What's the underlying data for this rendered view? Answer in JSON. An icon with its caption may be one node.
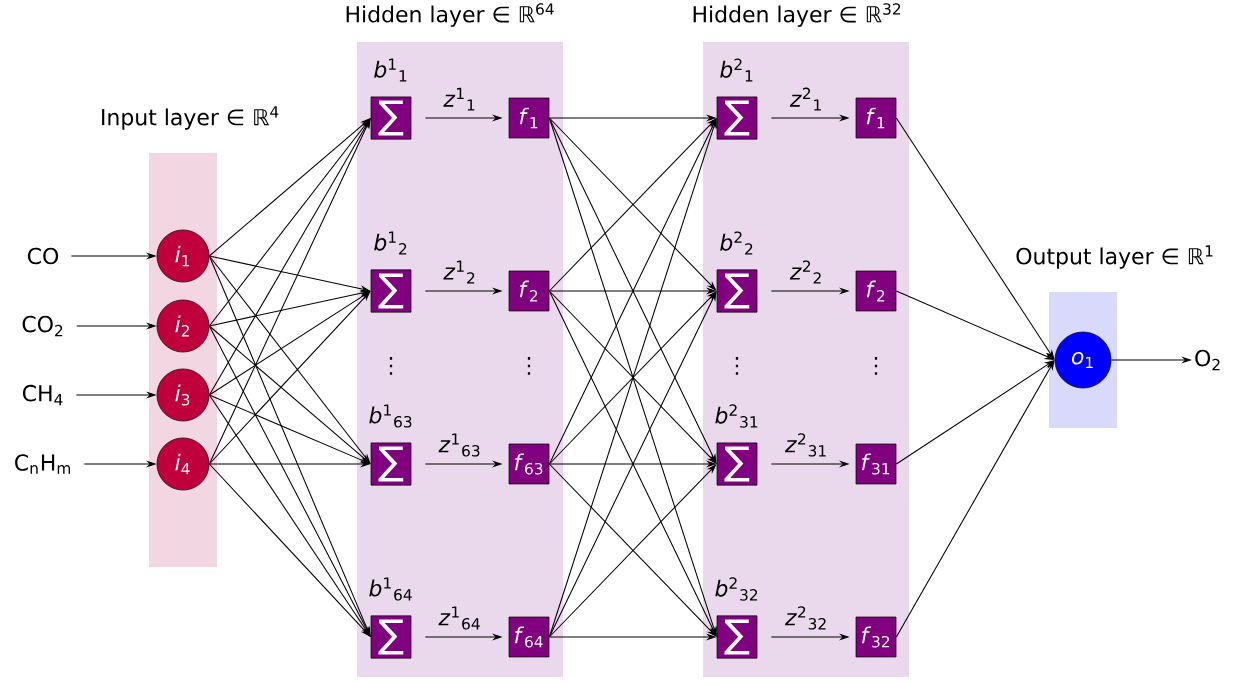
{
  "diagram": {
    "nodes": [
      {
        "text": [
          "Input layer ∈ ℝ$^{4}$"
        ]
      },
      {
        "text": [
          "Hidden layer ∈ ℝ$^{64}$"
        ]
      },
      {
        "text": [
          "Hidden layer ∈ ℝ$^{32}$"
        ]
      },
      {
        "text": [
          "Output layer ∈ ℝ$^{1}$"
        ]
      },
      {
        "text": [
          "CO"
        ]
      },
      {
        "text": [
          "CO$_{2}$"
        ]
      },
      {
        "text": [
          "CH$_{4}$"
        ]
      },
      {
        "text": [
          "C$_{n}$H$_{m}$"
        ]
      },
      {
        "text": [
          "*i*$_{1}$"
        ],
        "in": 0
      },
      {
        "text": [
          "*i*$_{2}$"
        ],
        "in": 0
      },
      {
        "text": [
          "*i*$_{3}$"
        ],
        "in": 0
      },
      {
        "text": [
          "*i*$_{4}$"
        ],
        "in": 0
      },
      {
        "text": [
          "∑"
        ],
        "in": 1,
        "beside": [
          "*b*$^{1}$$_{1}$"
        ]
      },
      {
        "text": [
          "∑"
        ],
        "in": 1,
        "beside": [
          "*b*$^{1}$$_{2}$"
        ]
      },
      {
        "text": [
          "∑"
        ],
        "in": 1,
        "beside": [
          "*b*$^{1}$$_{63}$"
        ]
      },
      {
        "text": [
          "∑"
        ],
        "in": 1,
        "beside": [
          "*b*$^{1}$$_{64}$"
        ]
      },
      {
        "text": [
          "*f*$_{1}$"
        ],
        "in": 1
      },
      {
        "text": [
          "*f*$_{2}$"
        ],
        "in": 1
      },
      {
        "text": [
          "*f*$_{63}$"
        ],
        "in": 1
      },
      {
        "text": [
          "*f*$_{64}$"
        ],
        "in": 1
      },
      {
        "text": [
          "∑"
        ],
        "in": 2,
        "beside": [
          "*b*$^{2}$$_{1}$"
        ]
      },
      {
        "text": [
          "∑"
        ],
        "in": 2,
        "beside": [
          "*b*$^{2}$$_{2}$"
        ]
      },
      {
        "text": [
          "∑"
        ],
        "in": 2,
        "beside": [
          "*b*$^{2}$$_{31}$"
        ]
      },
      {
        "text": [
          "∑"
        ],
        "in": 2,
        "beside": [
          "*b*$^{2}$$_{32}$"
        ]
      },
      {
        "text": [
          "*f*$_{1}$"
        ],
        "in": 2
      },
      {
        "text": [
          "*f*$_{2}$"
        ],
        "in": 2
      },
      {
        "text": [
          "*f*$_{31}$"
        ],
        "in": 2
      },
      {
        "text": [
          "*f*$_{32}$"
        ],
        "in": 2
      },
      {
        "text": [
          "*o*$_{1}$"
        ],
        "in": 3
      },
      {
        "text": [
          "O$_{2}$"
        ]
      }
    ],
    "edges": [
      {
        "from": 4,
        "to": 8,
        "arrow": "to"
      },
      {
        "from": 5,
        "to": 9,
        "arrow": "to"
      },
      {
        "from": 6,
        "to": 10,
        "arrow": "to"
      },
      {
        "from": 7,
        "to": 11,
        "arrow": "to"
      },
      {
        "from": 8,
        "to": 12,
        "arrow": "to"
      },
      {
        "from": 8,
        "to": 13,
        "arrow": "to"
      },
      {
        "from": 8,
        "to": 14,
        "arrow": "to"
      },
      {
        "from": 8,
        "to": 15,
        "arrow": "to"
      },
      {
        "from": 9,
        "to": 12,
        "arrow": "to"
      },
      {
        "from": 9,
        "to": 13,
        "arrow": "to"
      },
      {
        "from": 9,
        "to": 14,
        "arrow": "to"
      },
      {
        "from": 9,
        "to": 15,
        "arrow": "to"
      },
      {
        "from": 10,
        "to": 12,
        "arrow": "to"
      },
      {
        "from": 10,
        "to": 13,
        "arrow": "to"
      },
      {
        "from": 10,
        "to": 14,
        "arrow": "to"
      },
      {
        "from": 10,
        "to": 15,
        "arrow": "to"
      },
      {
        "from": 11,
        "to": 12,
        "arrow": "to"
      },
      {
        "from": 11,
        "to": 13,
        "arrow": "to"
      },
      {
        "from": 11,
        "to": 14,
        "arrow": "to"
      },
      {
        "from": 11,
        "to": 15,
        "arrow": "to"
      },
      {
        "from": 12,
        "to": 16,
        "arrow": "to",
        "label": "*z*$^{1}$$_{1}$"
      },
      {
        "from": 13,
        "to": 17,
        "arrow": "to",
        "label": "*z*$^{1}$$_{2}$"
      },
      {
        "from": 14,
        "to": 18,
        "arrow": "to",
        "label": "*z*$^{1}$$_{63}$"
      },
      {
        "from": 15,
        "to": 19,
        "arrow": "to",
        "label": "*z*$^{1}$$_{64}$"
      },
      {
        "from": 16,
        "to": 20,
        "arrow": "to"
      },
      {
        "from": 16,
        "to": 21,
        "arrow": "to"
      },
      {
        "from": 16,
        "to": 22,
        "arrow": "to"
      },
      {
        "from": 16,
        "to": 23,
        "arrow": "to"
      },
      {
        "from": 17,
        "to": 20,
        "arrow": "to"
      },
      {
        "from": 17,
        "to": 21,
        "arrow": "to"
      },
      {
        "from": 17,
        "to": 22,
        "arrow": "to"
      },
      {
        "from": 17,
        "to": 23,
        "arrow": "to"
      },
      {
        "from": 18,
        "to": 20,
        "arrow": "to"
      },
      {
        "from": 18,
        "to": 21,
        "arrow": "to"
      },
      {
        "from": 18,
        "to": 22,
        "arrow": "to"
      },
      {
        "from": 18,
        "to": 23,
        "arrow": "to"
      },
      {
        "from": 19,
        "to": 20,
        "arrow": "to"
      },
      {
        "from": 19,
        "to": 21,
        "arrow": "to"
      },
      {
        "from": 19,
        "to": 22,
        "arrow": "to"
      },
      {
        "from": 19,
        "to": 23,
        "arrow": "to"
      },
      {
        "from": 20,
        "to": 24,
        "arrow": "to",
        "label": "*z*$^{2}$$_{1}$"
      },
      {
        "from": 21,
        "to": 25,
        "arrow": "to",
        "label": "*z*$^{2}$$_{2}$"
      },
      {
        "from": 22,
        "to": 26,
        "arrow": "to",
        "label": "*z*$^{2}$$_{31}$"
      },
      {
        "from": 23,
        "to": 27,
        "arrow": "to",
        "label": "*z*$^{2}$$_{32}$"
      },
      {
        "from": 24,
        "to": 28,
        "arrow": "to"
      },
      {
        "from": 25,
        "to": 28,
        "arrow": "to"
      },
      {
        "from": 26,
        "to": 28,
        "arrow": "to"
      },
      {
        "from": 27,
        "to": 28,
        "arrow": "to"
      },
      {
        "from": 28,
        "to": 29,
        "arrow": "to"
      }
    ],
    "labels": [
      "⋮",
      "⋮",
      "⋮",
      "⋮"
    ]
  }
}
